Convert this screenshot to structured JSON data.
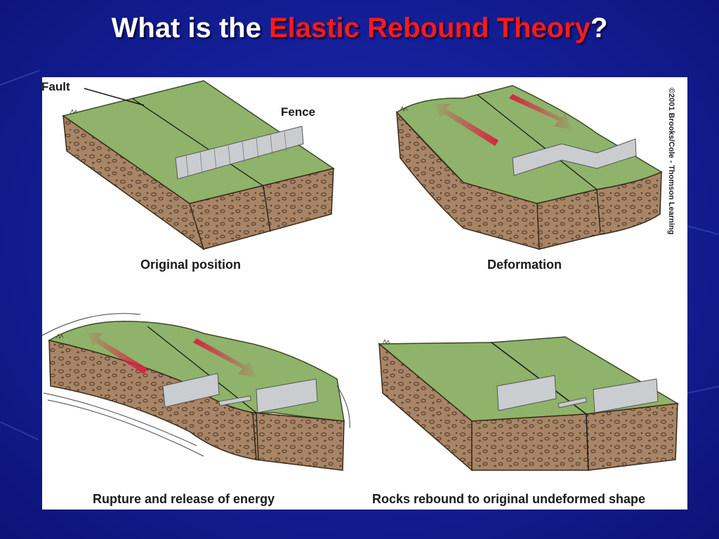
{
  "slide": {
    "title_prefix": "What is the ",
    "title_highlight": "Elastic Rebound Theory",
    "title_suffix": "?"
  },
  "colors": {
    "background": "#15209a",
    "title_text": "#ffffff",
    "title_accent": "#ff1a1a",
    "grass": "#8fb36a",
    "soil": "#a07c5c",
    "fence": "#c9cdd0",
    "arrow": "#d8223f"
  },
  "diagram": {
    "labels": {
      "fault": "Fault",
      "fence": "Fence"
    },
    "copyright": "©2001 Brooks/Cole - Thomson Learning",
    "captions": {
      "original": "Original position",
      "deformation": "Deformation",
      "rupture": "Rupture and release of energy",
      "rebound": "Rocks rebound to original undeformed shape"
    }
  }
}
